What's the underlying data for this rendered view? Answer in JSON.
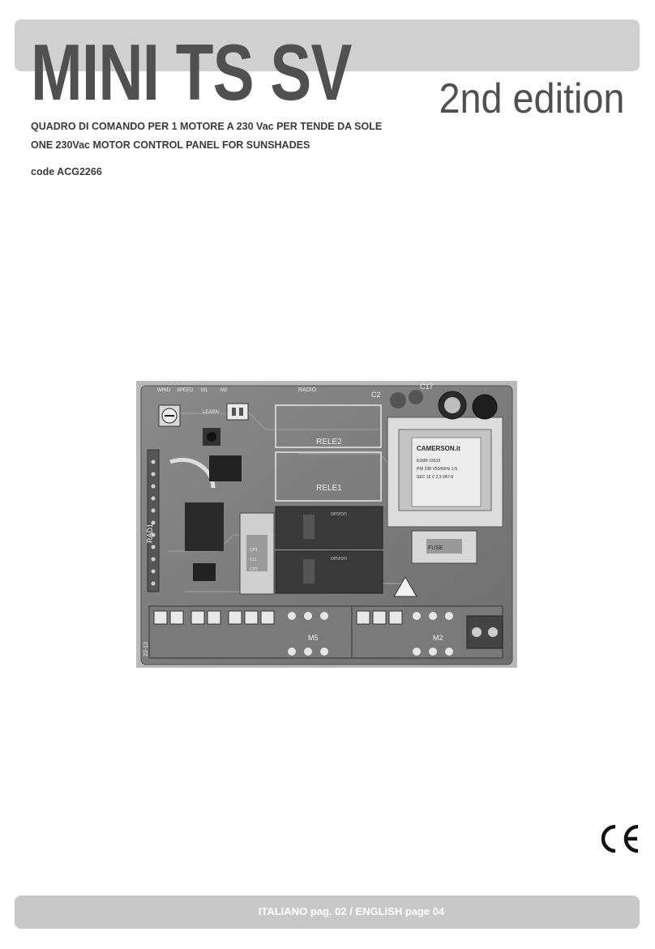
{
  "header": {
    "title": "MINI TS SV",
    "edition": "2nd edition",
    "subtitle_it": "QUADRO DI COMANDO PER 1 MOTORE A 230 Vac PER TENDE DA SOLE",
    "subtitle_en": "ONE 230Vac MOTOR CONTROL PANEL FOR SUNSHADES",
    "code": "code ACG2266"
  },
  "board_labels": {
    "wind": "WIND",
    "speed": "SPEED",
    "m1": "M1",
    "m2_top": "M2",
    "radio": "RADIO",
    "c2": "C2",
    "c17": "C17",
    "learn": "LEARN",
    "rele2": "RELE2",
    "rele1": "RELE1",
    "rad1": "RAD1",
    "transformer_brand": "CAMERSON.it",
    "transformer_model": "EI30R 15515",
    "transformer_pri": "PRI 230 V50/60Hz 1-5",
    "transformer_sec": "SEC 15 V 2,3 VA7-9",
    "omron": "omron",
    "fuse": "FUSE",
    "cp1": "CP1",
    "cl1": "CL1",
    "cp2": "CP2",
    "m5": "M5",
    "m2_bottom": "M2",
    "board_code": "22-13"
  },
  "footer": {
    "text": "ITALIANO pag. 02 / ENGLISH page 04"
  },
  "mark": "CE"
}
